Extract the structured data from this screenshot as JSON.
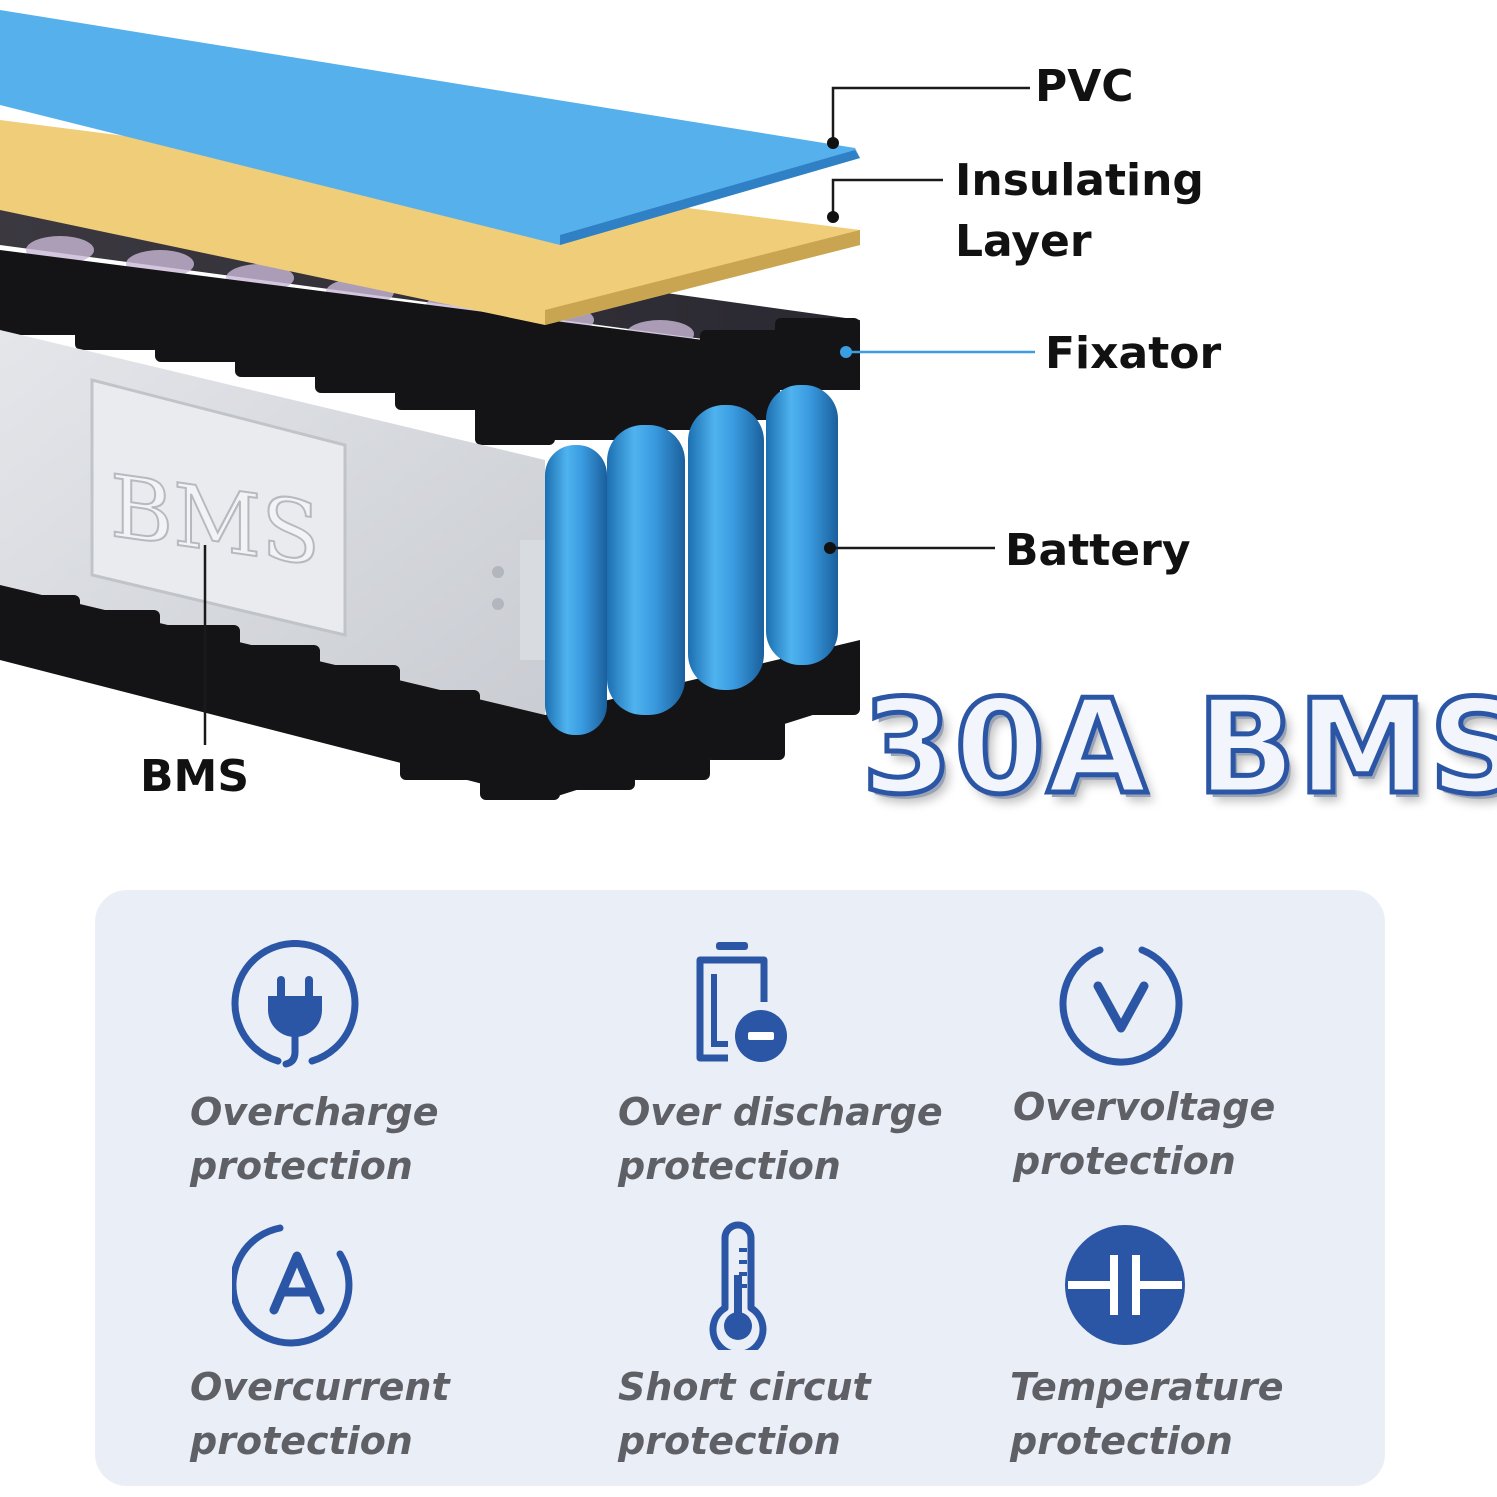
{
  "layer_labels": {
    "pvc": "PVC",
    "insulating_line1": "Insulating",
    "insulating_line2": "Layer",
    "fixator": "Fixator",
    "battery": "Battery",
    "bms": "BMS",
    "bms_plate": "BMS"
  },
  "headline": "30A BMS",
  "features": [
    {
      "icon": "plug-icon",
      "line1": "Overcharge",
      "line2": "protection"
    },
    {
      "icon": "battery-minus-icon",
      "line1": "Over discharge",
      "line2": "protection"
    },
    {
      "icon": "voltage-v-icon",
      "line1": "Overvoltage",
      "line2": "protection"
    },
    {
      "icon": "ampere-a-icon",
      "line1": "Overcurrent",
      "line2": "protection"
    },
    {
      "icon": "thermometer-icon",
      "line1": "Short circut",
      "line2": "protection"
    },
    {
      "icon": "capacitor-icon",
      "line1": "Temperature",
      "line2": "protection"
    }
  ],
  "colors": {
    "pvc": "#56b0ec",
    "insulating": "#f0cd78",
    "cell": "#3b9ee0",
    "holder": "#141416",
    "icon": "#2b56a5",
    "label": "#5f6066",
    "panel": "#eaeef7"
  }
}
